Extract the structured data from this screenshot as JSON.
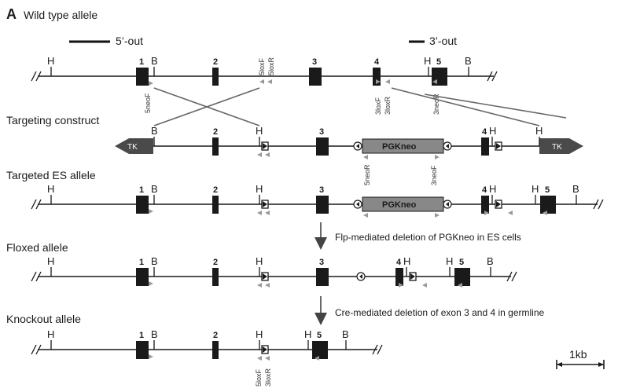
{
  "panel_label": "A",
  "rows": {
    "wild_type": {
      "title": "Wild type allele"
    },
    "targeting": {
      "title": "Targeting construct"
    },
    "targeted_es": {
      "title": "Targeted ES allele"
    },
    "floxed": {
      "title": "Floxed allele"
    },
    "knockout": {
      "title": "Knockout allele"
    }
  },
  "probes": {
    "five_prime": "5’-out",
    "three_prime": "3’-out"
  },
  "sites": {
    "h": "H",
    "b": "B"
  },
  "exons": {
    "e1": "1",
    "e2": "2",
    "e3": "3",
    "e4": "4",
    "e5": "5"
  },
  "primers": {
    "neo5F": "5neoF",
    "loxF5": "5loxF",
    "loxR5": "5loxR",
    "loxF3": "3loxF",
    "loxR3": "3loxR",
    "neoR3": "3neoR",
    "neoR5": "5neoR",
    "neoF3": "3neoF"
  },
  "cassettes": {
    "pgkneo": "PGKneo",
    "tk": "TK"
  },
  "steps": {
    "flp": "Flp-mediated deletion of PGKneo in ES cells",
    "cre": "Cre-mediated deletion of exon 3 and 4 in germline"
  },
  "scale_bar": {
    "label": "1kb"
  },
  "colors": {
    "line": "#1a1a1a",
    "primer": "#999999",
    "cassette": "#888888",
    "tk": "#4a4a4a"
  }
}
